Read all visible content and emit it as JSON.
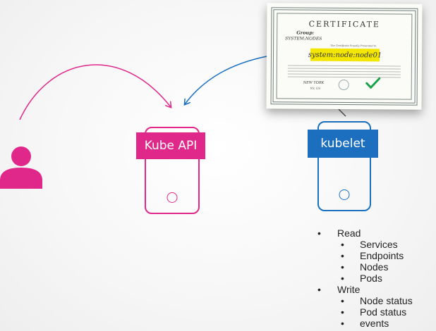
{
  "colors": {
    "pink": "#e0288a",
    "blue": "#1a70bf",
    "highlight": "#f3e600",
    "check": "#1aa34a"
  },
  "api": {
    "label": "Kube API"
  },
  "kubelet": {
    "label": "kubelet"
  },
  "certificate": {
    "title": "CERTIFICATE",
    "group_label": "Group:",
    "group_value": "SYSTEM:NODES",
    "subtitle": "The Certificate Proudly Presented to",
    "name": "system:node:node01",
    "city": "NEW YORK",
    "zip": "NY, US"
  },
  "permissions": {
    "read": {
      "label": "Read",
      "items": [
        "Services",
        "Endpoints",
        "Nodes",
        "Pods"
      ]
    },
    "write": {
      "label": "Write",
      "items": [
        "Node status",
        "Pod status",
        "events"
      ]
    }
  },
  "icons": {
    "user": "user-icon",
    "check": "checkmark-icon",
    "seal": "seal-icon"
  }
}
